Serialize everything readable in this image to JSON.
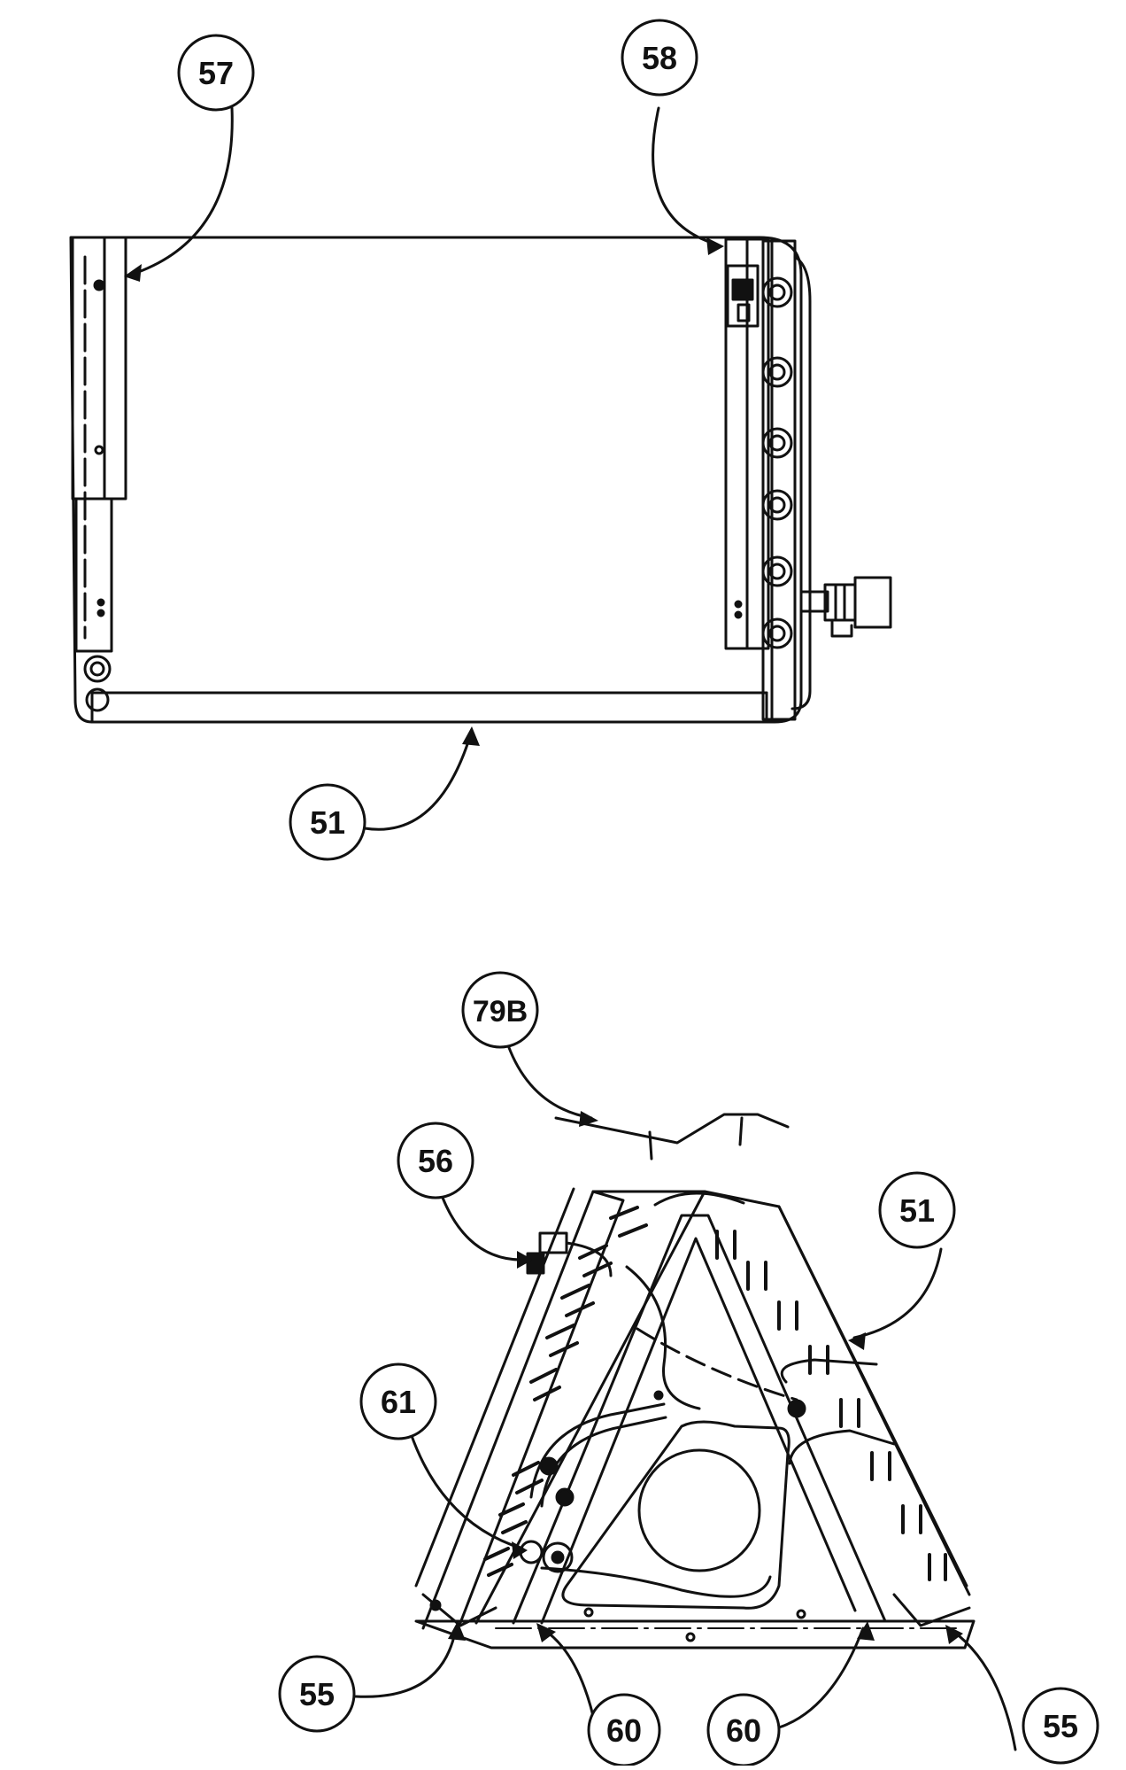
{
  "callouts": {
    "c57": "57",
    "c58": "58",
    "c51_top": "51",
    "c79b": "79B",
    "c56": "56",
    "c51_bottom": "51",
    "c61": "61",
    "c55_left": "55",
    "c60_left": "60",
    "c60_right": "60",
    "c55_right": "55"
  },
  "colors": {
    "ink": "#111111",
    "paper": "#ffffff"
  }
}
